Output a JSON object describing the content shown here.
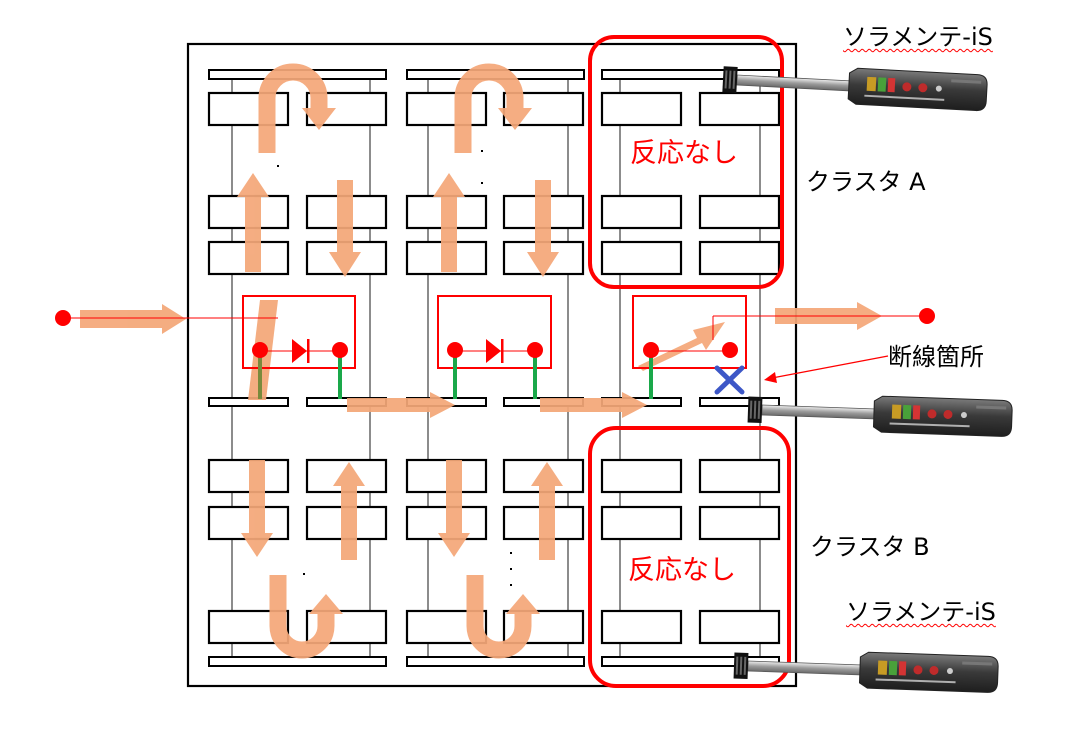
{
  "labels": {
    "tester_name_top": "ソラメンテ-iS",
    "tester_name_bottom": "ソラメンテ-iS",
    "cluster_a": "クラスタ A",
    "cluster_b": "クラスタ B",
    "no_response_a": "反応なし",
    "no_response_b": "反応なし",
    "break_point": "断線箇所"
  },
  "colors": {
    "flow_arrow": "#f4a778",
    "highlight": "#ff0000",
    "junction_wire": "#1aa84a",
    "panel_outline": "#000000",
    "break_mark": "#3d57c7",
    "tester_body": "#4a4a4a"
  },
  "icons": [
    "solar-tester-icon",
    "diode-icon",
    "break-x-icon",
    "terminal-dot-icon"
  ]
}
